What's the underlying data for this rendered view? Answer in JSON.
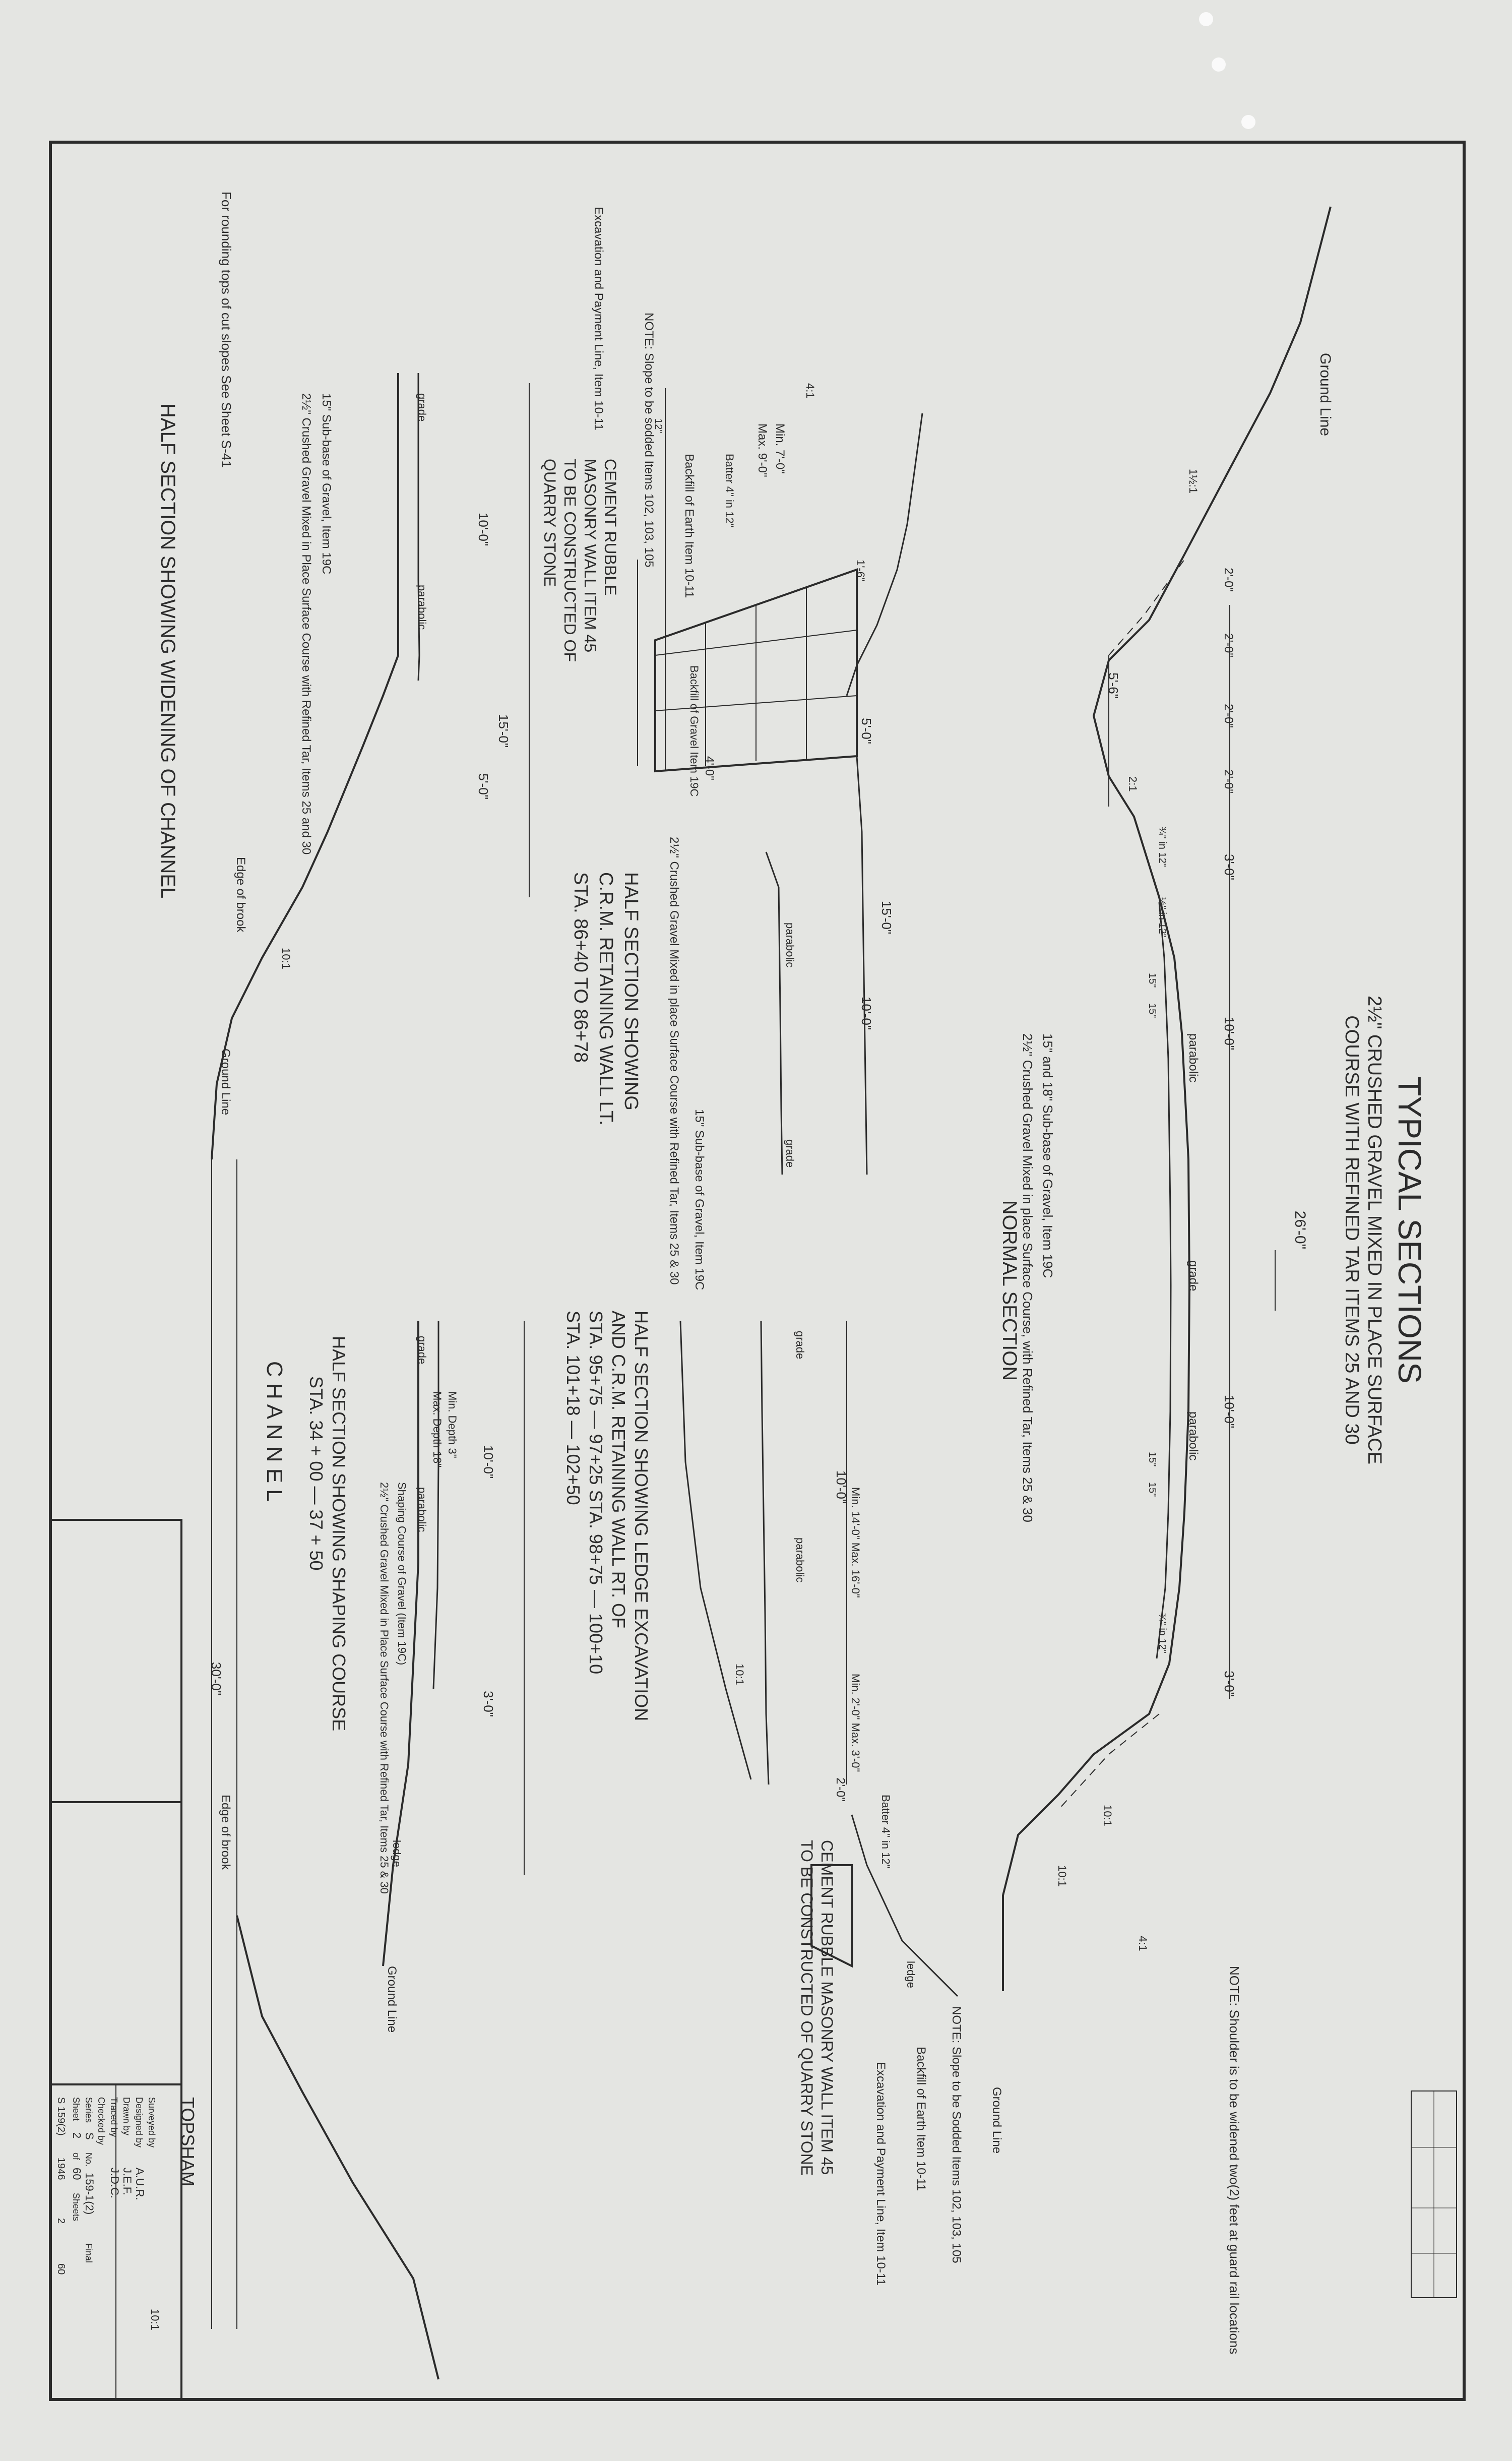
{
  "header": {
    "title": "TYPICAL SECTIONS",
    "subtitle_1": "2½\" CRUSHED GRAVEL MIXED IN PLACE SURFACE",
    "subtitle_2": "COURSE WITH REFINED TAR ITEMS 25 AND 30"
  },
  "normal_section": {
    "title": "NORMAL SECTION",
    "ground_line": "Ground Line",
    "note_rounding": "For rounding tops of cut slopes See Sheet S-41",
    "note_shoulder": "NOTE: Shoulder is to be widened two(2) feet at guard rail locations",
    "note_subbase": "15\" and 18\" Sub-base of Gravel, Item 19C",
    "note_surface": "2½\" Crushed Gravel Mixed in place Surface Course, with Refined Tar, Items 25 & 30",
    "dim_total": "26'-0\"",
    "dim_10a": "10'-0\"",
    "dim_10b": "10'-0\"",
    "dim_3a": "3'-0\"",
    "dim_3b": "3'-0\"",
    "dim_2a": "2'-0\"",
    "dim_2b": "2'-0\"",
    "dim_2c": "2'-0\"",
    "dim_2d": "2'-0\"",
    "dim_5_6": "5'-6\"",
    "label_grade": "grade",
    "label_parabolic_1": "parabolic",
    "label_parabolic_2": "parabolic",
    "depth_15a": "15\"",
    "depth_15b": "15\"",
    "depth_15c": "15\"",
    "depth_15d": "15\"",
    "slope_1_5": "1½:1",
    "slope_2_1": "2:1",
    "slope_4_1": "4:1",
    "slope_10_1_a": "10:1",
    "slope_10_1_b": "10:1",
    "slope_34_in_12_a": "¾\" in 12\"",
    "slope_34_in_12_b": "¾\" in 12\"",
    "slope_12_in_12": "½\" in 12\""
  },
  "wall_lt": {
    "title_1": "HALF SECTION SHOWING",
    "title_2": "C.R.M. RETAINING WALL LT.",
    "title_3": "STA. 86+40 TO 86+78",
    "wall_label_1": "CEMENT RUBBLE",
    "wall_label_2": "MASONRY WALL ITEM 45",
    "wall_label_3": "TO BE CONSTRUCTED OF",
    "wall_label_4": "QUARRY STONE",
    "note_sodded": "NOTE: Slope to be sodded Items 102, 103, 105",
    "note_excavation": "Excavation and Payment Line, Item 10-11",
    "backfill_earth": "Backfill of Earth Item 10-11",
    "backfill_gravel": "Backfill of Gravel Item 19C",
    "batter": "Batter 4\" in 12\"",
    "min_width": "Min. 7'-0\"",
    "max_width": "Max. 9'-0\"",
    "dim_15": "15'-0\"",
    "dim_10": "10'-0\"",
    "dim_5": "5'-0\"",
    "dim_4": "4'-0\"",
    "dim_1_6": "1'-6\"",
    "dim_12": "12\"",
    "slope_4_1": "4:1",
    "note_surface": "2½\" Crushed Gravel Mixed in place Surface Course with Refined Tar, Items 25 & 30",
    "note_subbase": "15\" Sub-base of Gravel, Item 19C",
    "label_grade": "grade",
    "label_parabolic": "parabolic"
  },
  "widening": {
    "title": "HALF SECTION SHOWING WIDENING OF CHANNEL",
    "note_subbase": "15\" Sub-base of Gravel, Item 19C",
    "note_surface": "2½\" Crushed Gravel Mixed in Place Surface Course with Refined Tar, Items 25 and 30",
    "dim_15": "15'-0\"",
    "dim_10": "10'-0\"",
    "dim_5": "5'-0\"",
    "edge_brook": "Edge of brook",
    "ground_line": "Ground Line",
    "slope_10_1": "10:1",
    "label_grade": "grade",
    "label_parabolic": "parabolic"
  },
  "ledge": {
    "title_1": "HALF SECTION SHOWING LEDGE EXCAVATION",
    "title_2": "AND C.R.M. RETAINING WALL RT. OF",
    "title_3": "STA. 95+75 — 97+25        STA. 98+75 — 100+10",
    "title_4": "STA. 101+18 — 102+50",
    "wall_label_1": "CEMENT RUBBLE MASONRY WALL ITEM 45",
    "wall_label_2": "TO BE CONSTRUCTED OF QUARRY STONE",
    "note_sodded": "NOTE: Slope to be Sodded Items 102, 103, 105",
    "backfill_earth": "Backfill of Earth Item 10-11",
    "note_excavation": "Excavation and Payment Line, Item 10-11",
    "ground_line": "Ground Line",
    "ledge": "ledge",
    "batter": "Batter 4\" in 12\"",
    "min_max_14": "Min. 14'-0\"  Max. 16'-0\"",
    "min_max_2": "Min. 2'-0\"  Max. 3'-0\"",
    "dim_10": "10'-0\"",
    "dim_2": "2'-0\"",
    "label_grade": "grade",
    "label_parabolic": "parabolic",
    "slope_10_1": "10:1"
  },
  "shaping": {
    "title_1": "HALF SECTION SHOWING SHAPING COURSE",
    "title_2": "STA. 34 + 00 — 37 + 50",
    "min_depth": "Min. Depth 3\"",
    "max_depth": "Max. Depth 18\"",
    "note_shaping": "Shaping Course of Gravel (Item 19C)",
    "note_surface": "2½\" Crushed Gravel Mixed in Place Surface Course with Refined Tar, Items 25 & 30",
    "dim_10": "10'-0\"",
    "dim_3": "3'-0\"",
    "label_grade": "grade",
    "label_parabolic": "parabolic",
    "ledge": "ledge",
    "ground_line": "Ground Line",
    "edge_brook": "Edge of brook",
    "channel": "C H A N N E L",
    "dim_30": "30'-0\"",
    "slope_10_1": "10:1"
  },
  "title_block": {
    "town": "TOPSHAM",
    "surveyed_by": "Surveyed by",
    "designed_by": "Designed by",
    "designer": "A.U.R.",
    "drawn_by": "Drawn by",
    "drawer": "J.E.F.",
    "traced_by": "Traced by",
    "tracer": "J.D.C.",
    "checked_by": "Checked by",
    "series_label": "Series",
    "series_value": "S",
    "no_label": "No.",
    "no_value": "159-1(2)",
    "final": "Final",
    "sheet_label": "Sheet",
    "sheet_value": "2",
    "of_label": "of",
    "total_value": "60",
    "sheets_label": "Sheets"
  },
  "corner_box": {
    "project": "S 159(2)",
    "year": "1946",
    "sheet": "2",
    "total": "60"
  }
}
